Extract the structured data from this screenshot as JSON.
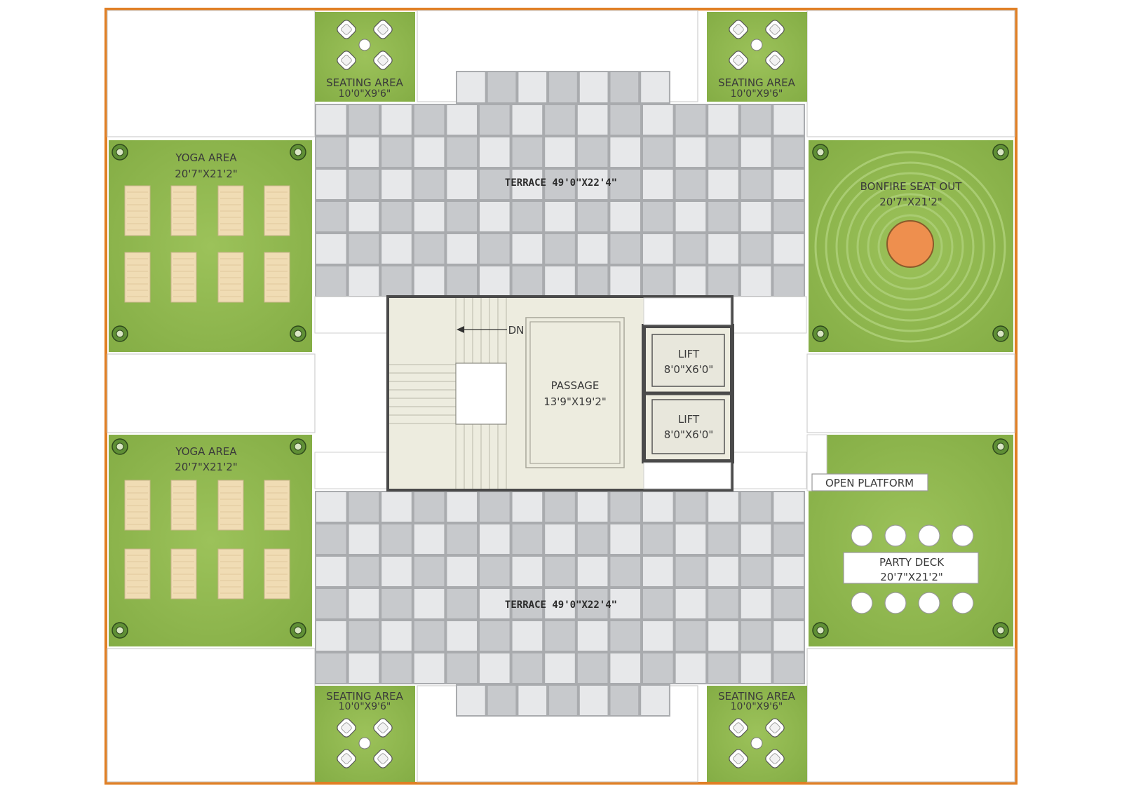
{
  "colors": {
    "border": "#e07f24",
    "lawn": "#8fb84e",
    "lawn_dark": "#7aa63e",
    "tile_light": "#e7e8ea",
    "tile_dark": "#c7c9cc",
    "grout": "#a9abae",
    "core_floor": "#edecdf",
    "wall": "#4a4a4a",
    "mat": "#f0dcb4",
    "bonfire": "#ee8f4e"
  },
  "icons": {
    "tree": "tree-icon",
    "chair": "lounge-chair-icon",
    "table": "round-table-icon",
    "mat": "yoga-mat-icon",
    "stair_arrow": "arrow-left-icon"
  },
  "labels": {
    "seating_tl": {
      "name": "SEATING AREA",
      "size": "10'0\"X9'6\""
    },
    "seating_tr": {
      "name": "SEATING AREA",
      "size": "10'0\"X9'6\""
    },
    "seating_bl": {
      "name": "SEATING AREA",
      "size": "10'0\"X9'6\""
    },
    "seating_br": {
      "name": "SEATING AREA",
      "size": "10'0\"X9'6\""
    },
    "yoga_top": {
      "name": "YOGA AREA",
      "size": "20'7\"X21'2\""
    },
    "yoga_bottom": {
      "name": "YOGA AREA",
      "size": "20'7\"X21'2\""
    },
    "bonfire": {
      "name": "BONFIRE SEAT OUT",
      "size": "20'7\"X21'2\""
    },
    "terrace_top": "TERRACE 49'0\"X22'4\"",
    "terrace_bottom": "TERRACE 49'0\"X22'4\"",
    "passage": {
      "name": "PASSAGE",
      "size": "13'9\"X19'2\""
    },
    "lift_1": {
      "name": "LIFT",
      "size": "8'0\"X6'0\""
    },
    "lift_2": {
      "name": "LIFT",
      "size": "8'0\"X6'0\""
    },
    "stair_dn": "DN",
    "open_platform": "OPEN PLATFORM",
    "party_deck": {
      "name": "PARTY DECK",
      "size": "20'7\"X21'2\""
    }
  }
}
